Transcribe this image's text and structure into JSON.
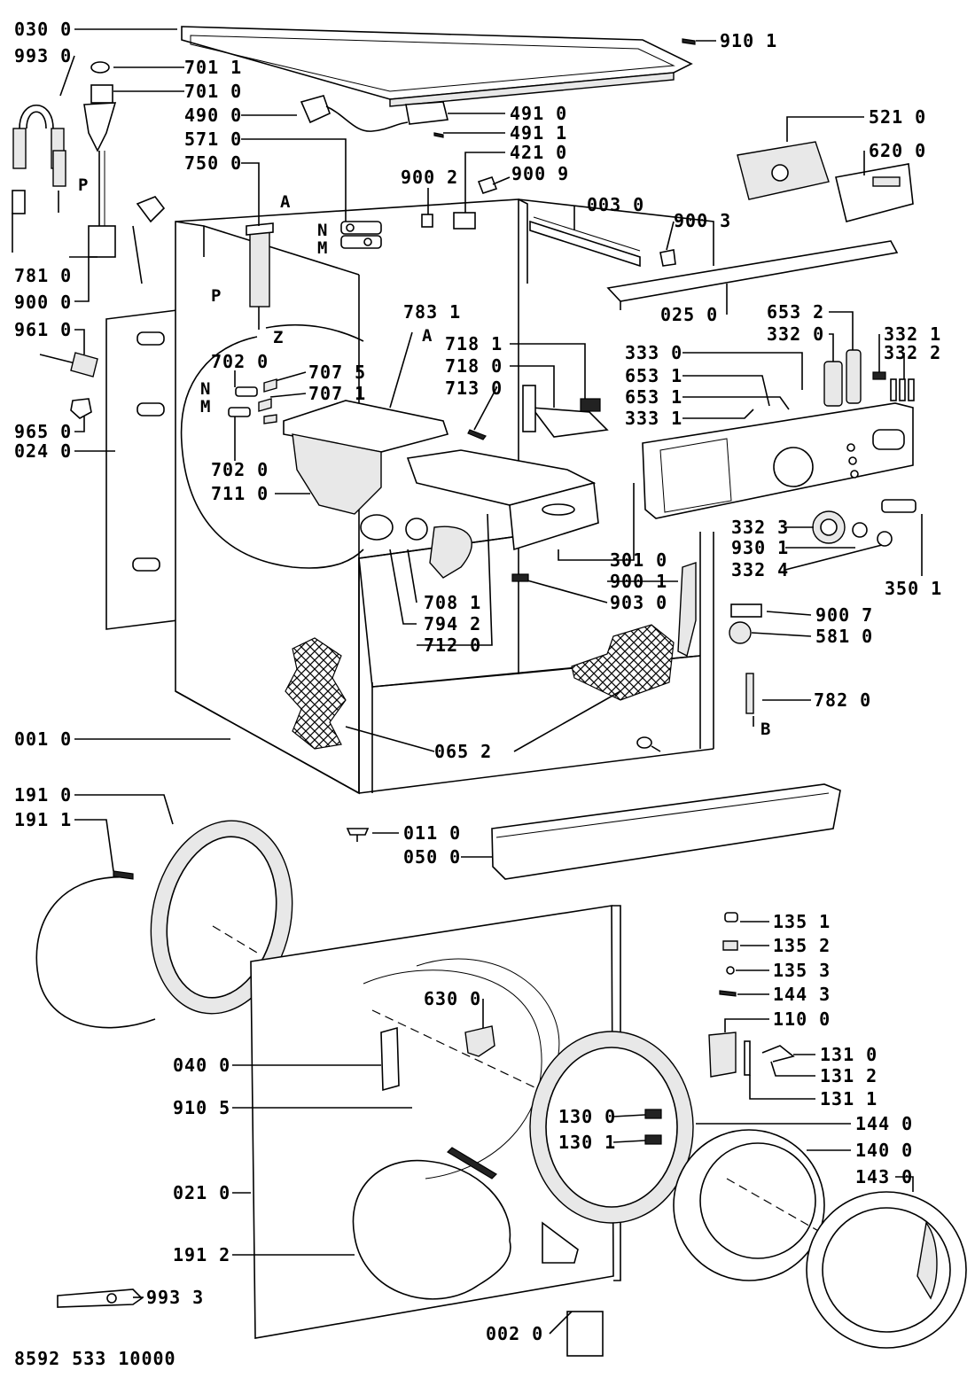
{
  "footer": {
    "doc_code": "8592 533 10000"
  },
  "labels": [
    {
      "id": "l0300",
      "text": "030 0"
    },
    {
      "id": "l9930",
      "text": "993 0"
    },
    {
      "id": "l7011",
      "text": "701 1"
    },
    {
      "id": "l7010",
      "text": "701 0"
    },
    {
      "id": "l4900",
      "text": "490 0"
    },
    {
      "id": "l5710",
      "text": "571 0"
    },
    {
      "id": "l7500",
      "text": "750 0"
    },
    {
      "id": "l7810",
      "text": "781 0"
    },
    {
      "id": "l9000",
      "text": "900 0"
    },
    {
      "id": "l9610",
      "text": "961 0"
    },
    {
      "id": "l7020a",
      "text": "702 0"
    },
    {
      "id": "l9650",
      "text": "965 0"
    },
    {
      "id": "l0240",
      "text": "024 0"
    },
    {
      "id": "l7020b",
      "text": "702 0"
    },
    {
      "id": "l7110",
      "text": "711 0"
    },
    {
      "id": "l7075",
      "text": "707 5"
    },
    {
      "id": "l7071",
      "text": "707 1"
    },
    {
      "id": "l7831",
      "text": "783 1"
    },
    {
      "id": "l9101",
      "text": "910 1"
    },
    {
      "id": "l4910",
      "text": "491 0"
    },
    {
      "id": "l4911",
      "text": "491 1"
    },
    {
      "id": "l4210",
      "text": "421 0"
    },
    {
      "id": "l9002",
      "text": "900 2"
    },
    {
      "id": "l9009",
      "text": "900 9"
    },
    {
      "id": "l0030",
      "text": "003 0"
    },
    {
      "id": "l9003",
      "text": "900 3"
    },
    {
      "id": "l5210",
      "text": "521 0"
    },
    {
      "id": "l6200",
      "text": "620 0"
    },
    {
      "id": "l0250",
      "text": "025 0"
    },
    {
      "id": "l6532",
      "text": "653 2"
    },
    {
      "id": "l3320",
      "text": "332 0"
    },
    {
      "id": "l3321",
      "text": "332 1"
    },
    {
      "id": "l3322",
      "text": "332 2"
    },
    {
      "id": "l3330",
      "text": "333 0"
    },
    {
      "id": "l6531a",
      "text": "653 1"
    },
    {
      "id": "l6531b",
      "text": "653 1"
    },
    {
      "id": "l3331",
      "text": "333 1"
    },
    {
      "id": "l7181",
      "text": "718 1"
    },
    {
      "id": "l7180",
      "text": "718 0"
    },
    {
      "id": "l7130",
      "text": "713 0"
    },
    {
      "id": "l3323",
      "text": "332 3"
    },
    {
      "id": "l9301",
      "text": "930 1"
    },
    {
      "id": "l3324",
      "text": "332 4"
    },
    {
      "id": "l3501",
      "text": "350 1"
    },
    {
      "id": "l3010",
      "text": "301 0"
    },
    {
      "id": "l9001",
      "text": "900 1"
    },
    {
      "id": "l9030",
      "text": "903 0"
    },
    {
      "id": "l7081",
      "text": "708 1"
    },
    {
      "id": "l7942",
      "text": "794 2"
    },
    {
      "id": "l7120",
      "text": "712 0"
    },
    {
      "id": "l9007",
      "text": "900 7"
    },
    {
      "id": "l5810",
      "text": "581 0"
    },
    {
      "id": "l7820",
      "text": "782 0"
    },
    {
      "id": "l0010",
      "text": "001 0"
    },
    {
      "id": "l0652",
      "text": "065 2"
    },
    {
      "id": "l1910",
      "text": "191 0"
    },
    {
      "id": "l1911",
      "text": "191 1"
    },
    {
      "id": "l0110",
      "text": "011 0"
    },
    {
      "id": "l0500",
      "text": "050 0"
    },
    {
      "id": "l1351",
      "text": "135 1"
    },
    {
      "id": "l1352",
      "text": "135 2"
    },
    {
      "id": "l1353",
      "text": "135 3"
    },
    {
      "id": "l1443",
      "text": "144 3"
    },
    {
      "id": "l1100",
      "text": "110 0"
    },
    {
      "id": "l1310",
      "text": "131 0"
    },
    {
      "id": "l1312",
      "text": "131 2"
    },
    {
      "id": "l1311",
      "text": "131 1"
    },
    {
      "id": "l6300",
      "text": "630 0"
    },
    {
      "id": "l0400",
      "text": "040 0"
    },
    {
      "id": "l9105",
      "text": "910 5"
    },
    {
      "id": "l1300",
      "text": "130 0"
    },
    {
      "id": "l1301",
      "text": "130 1"
    },
    {
      "id": "l1440",
      "text": "144 0"
    },
    {
      "id": "l1400",
      "text": "140 0"
    },
    {
      "id": "l1430",
      "text": "143 0"
    },
    {
      "id": "l0210",
      "text": "021 0"
    },
    {
      "id": "l1912",
      "text": "191 2"
    },
    {
      "id": "l9933",
      "text": "993 3"
    },
    {
      "id": "l0020",
      "text": "002 0"
    }
  ],
  "letters": [
    {
      "id": "lP1",
      "text": "P"
    },
    {
      "id": "lA1",
      "text": "A"
    },
    {
      "id": "lP2",
      "text": "P"
    },
    {
      "id": "lZ",
      "text": "Z"
    },
    {
      "id": "lN1",
      "text": "N"
    },
    {
      "id": "lM1",
      "text": "M"
    },
    {
      "id": "lA2",
      "text": "A"
    },
    {
      "id": "lN2",
      "text": "N"
    },
    {
      "id": "lM2",
      "text": "M"
    },
    {
      "id": "lB",
      "text": "B"
    }
  ]
}
